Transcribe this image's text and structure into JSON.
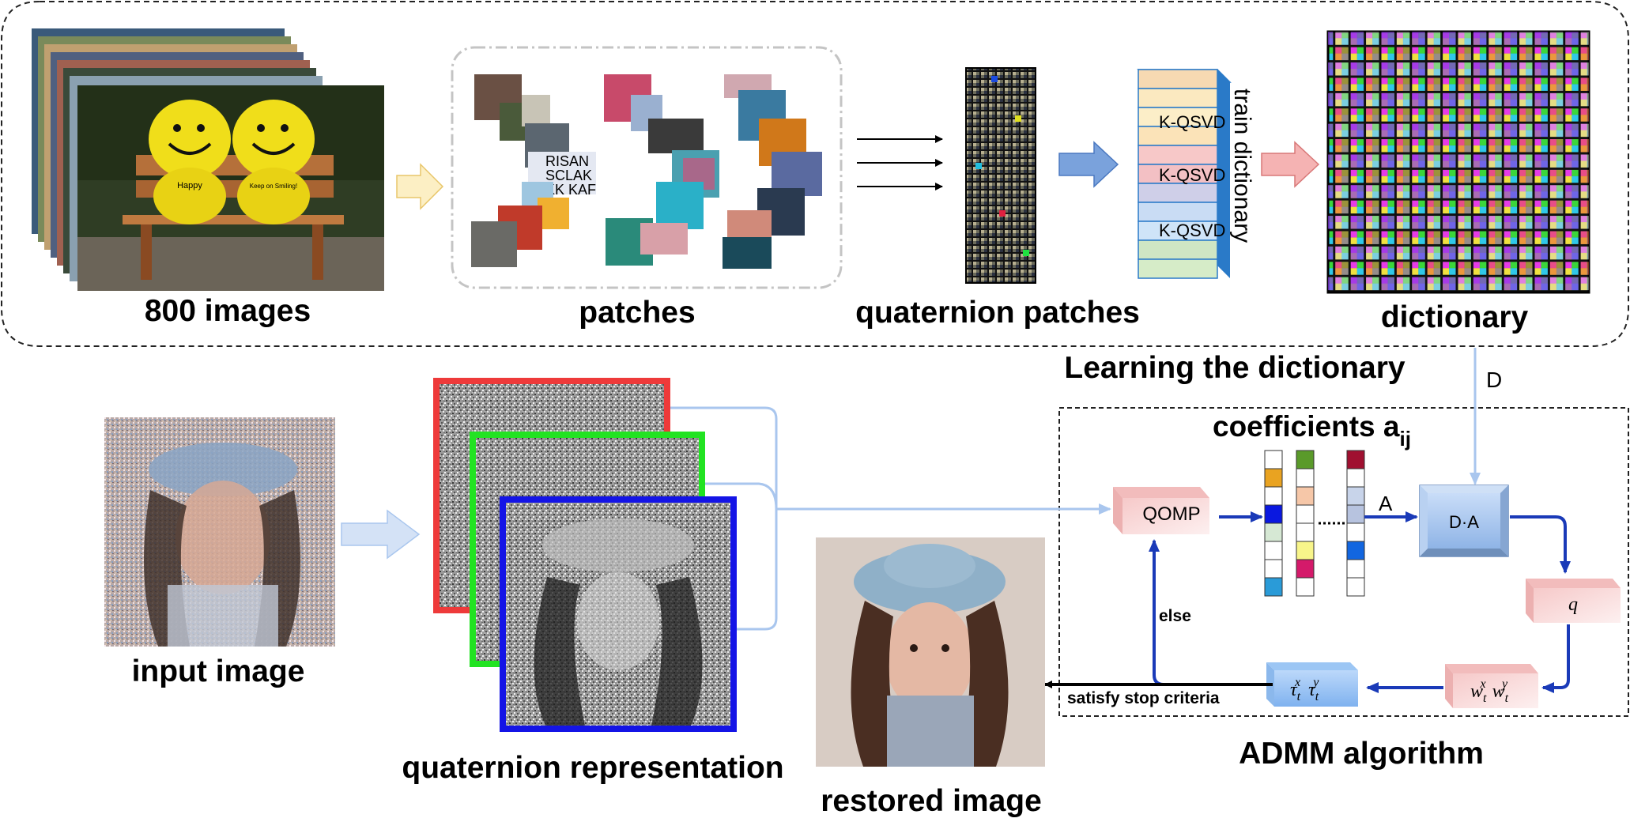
{
  "labels": {
    "images": "800 images",
    "patches": "patches",
    "quaternion_patches": "quaternion patches",
    "dictionary": "dictionary",
    "learning": "Learning the dictionary",
    "d_label": "D",
    "coefficients_main": "coefficients a",
    "coefficients_sub": "ij",
    "a_label": "A",
    "qomp": "QOMP",
    "da": "D·A",
    "q": "q",
    "w_x": "w",
    "w_x_sup": "x",
    "w_x_sub": "t",
    "w_y": "w",
    "w_y_sup": "y",
    "w_y_sub": "t",
    "tau_x": "τ",
    "tau_x_sup": "x",
    "tau_x_sub": "t",
    "tau_y": "τ",
    "tau_y_sup": "y",
    "tau_y_sub": "t",
    "else": "else",
    "stop": "satisfy stop criteria",
    "input": "input image",
    "quaternion_rep": "quaternion representation",
    "restored": "restored image",
    "admm": "ADMM algorithm",
    "train_dictionary": "train dictionary",
    "kqsvd": [
      "K-QSVD",
      "K-QSVD",
      "K-QSVD"
    ],
    "patch_text_1": "RISAN",
    "patch_text_2": "SCLAK",
    "patch_text_3": "KK KAF",
    "toy_text_1": "Happy",
    "toy_text_2": "Keep on Smiling!"
  },
  "colors": {
    "arrow_blue": "#1a3ab8",
    "light_blue": "#a9c6ee",
    "yellow_arrow": "#fcefc4",
    "pink_arrow": "#f5b3b3",
    "red_frame": "#ee3a3a",
    "green_frame": "#22e322",
    "blue_frame": "#1414e6"
  },
  "coefficient_columns": [
    [
      "#ffffff",
      "#e9a321",
      "#ffffff",
      "#0a18e0",
      "#d6e8d4",
      "#ffffff",
      "#ffffff",
      "#2a9bd8"
    ],
    [
      "#5a9a2a",
      "#ffffff",
      "#f6c7a8",
      "#ffffff",
      "#ffffff",
      "#f8f58a",
      "#d41a6a",
      "#ffffff"
    ],
    [
      "#a01030",
      "#ffffff",
      "#c8d4ea",
      "#b7c3df",
      "#ffffff",
      "#1266e0",
      "#ffffff",
      "#ffffff"
    ]
  ]
}
